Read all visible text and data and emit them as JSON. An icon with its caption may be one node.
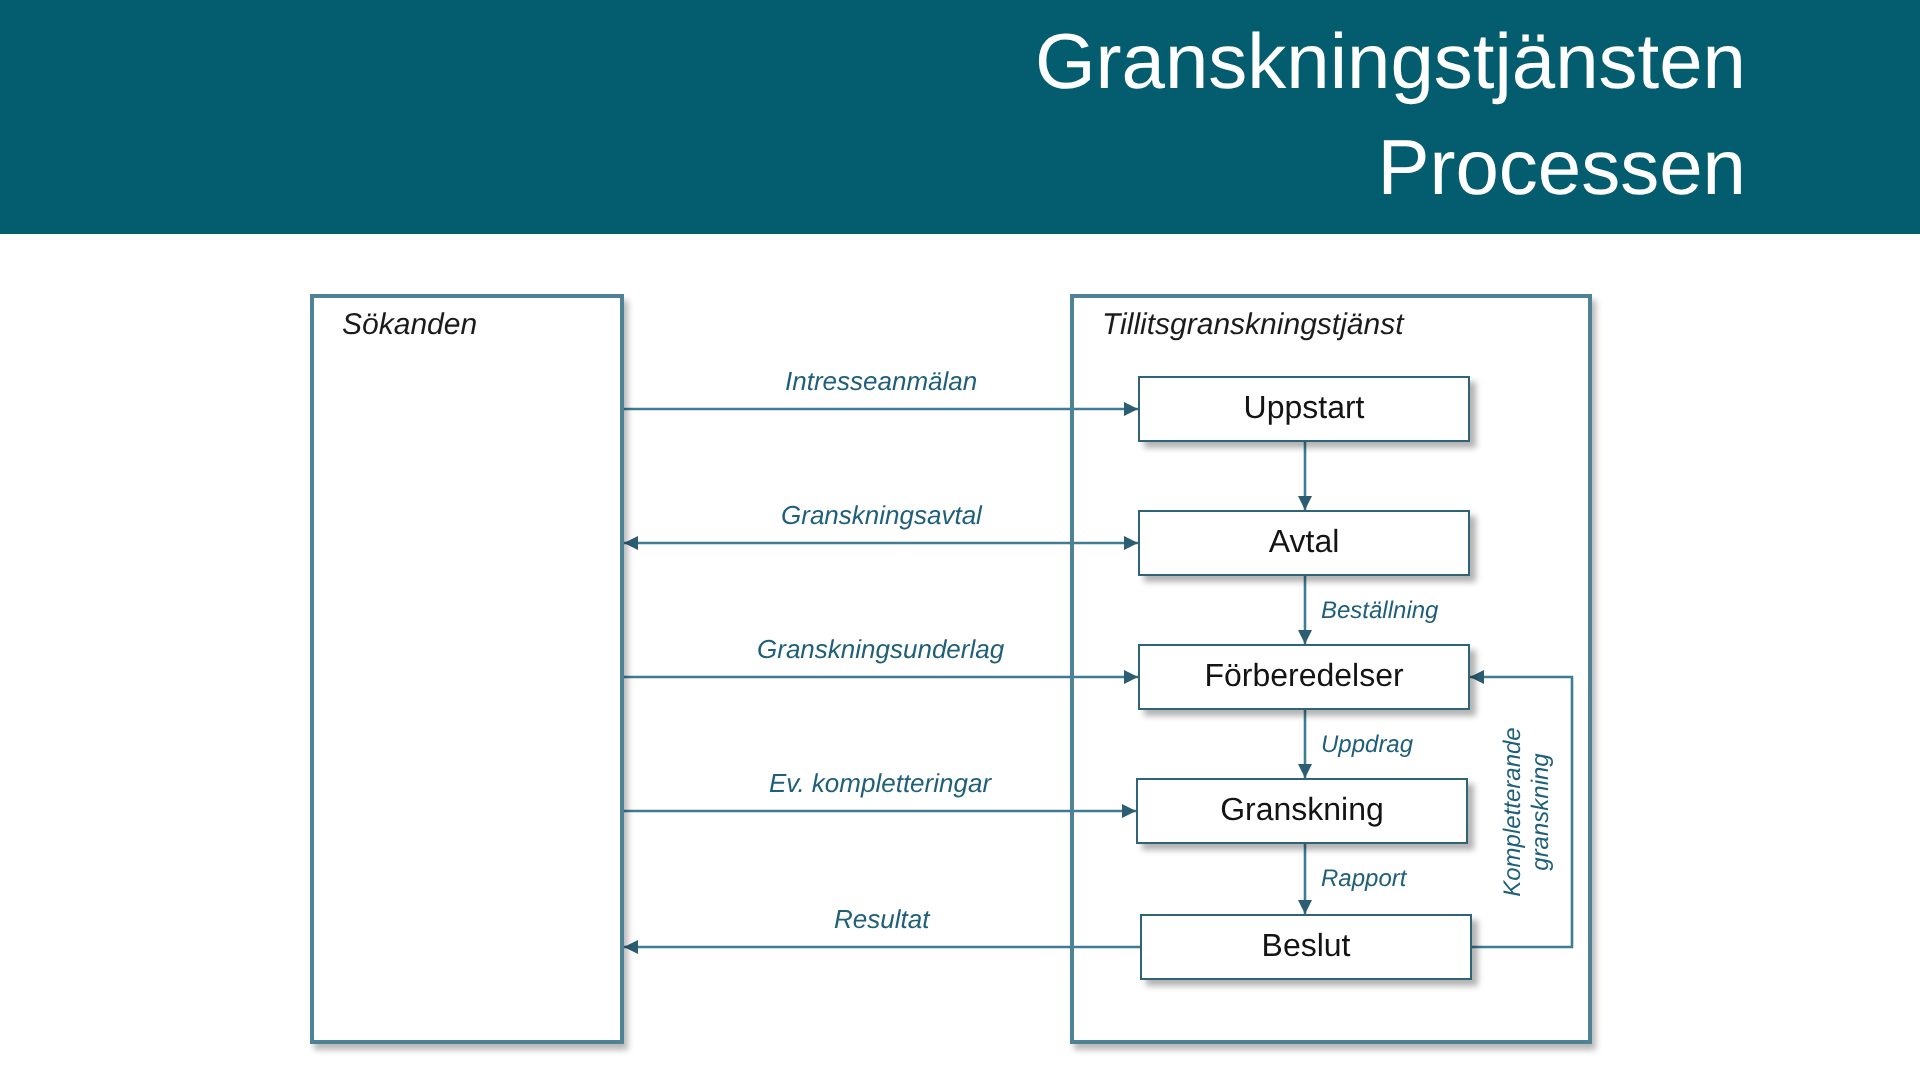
{
  "diagram": {
    "title": "Granskningstjänsten Processen",
    "nodes": [
      {
        "text": [
          "Sökanden"
        ]
      },
      {
        "text": [
          "Tillitsgranskningstjänst"
        ]
      },
      {
        "text": [
          "Uppstart"
        ],
        "in": 1
      },
      {
        "text": [
          "Avtal"
        ],
        "in": 1
      },
      {
        "text": [
          "Förberedelser"
        ],
        "in": 1
      },
      {
        "text": [
          "Granskning"
        ],
        "in": 1
      },
      {
        "text": [
          "Beslut"
        ],
        "in": 1
      }
    ],
    "edges": [
      {
        "from": 0,
        "to": 2,
        "arrow": "to",
        "label": "Intresseanmälan"
      },
      {
        "from": 2,
        "to": 3,
        "arrow": "to"
      },
      {
        "from": 0,
        "to": 3,
        "arrow": "both",
        "label": "Granskningsavtal"
      },
      {
        "from": 3,
        "to": 4,
        "arrow": "to",
        "label": "Beställning"
      },
      {
        "from": 0,
        "to": 4,
        "arrow": "to",
        "label": "Granskningsunderlag"
      },
      {
        "from": 4,
        "to": 5,
        "arrow": "to",
        "label": "Uppdrag"
      },
      {
        "from": 0,
        "to": 5,
        "arrow": "to",
        "label": "Ev. kompletteringar"
      },
      {
        "from": 5,
        "to": 6,
        "arrow": "to",
        "label": "Rapport"
      },
      {
        "from": 6,
        "to": 0,
        "arrow": "to",
        "label": "Resultat"
      },
      {
        "from": 6,
        "to": 4,
        "arrow": "to",
        "label": "Kompletterande granskning"
      }
    ]
  }
}
